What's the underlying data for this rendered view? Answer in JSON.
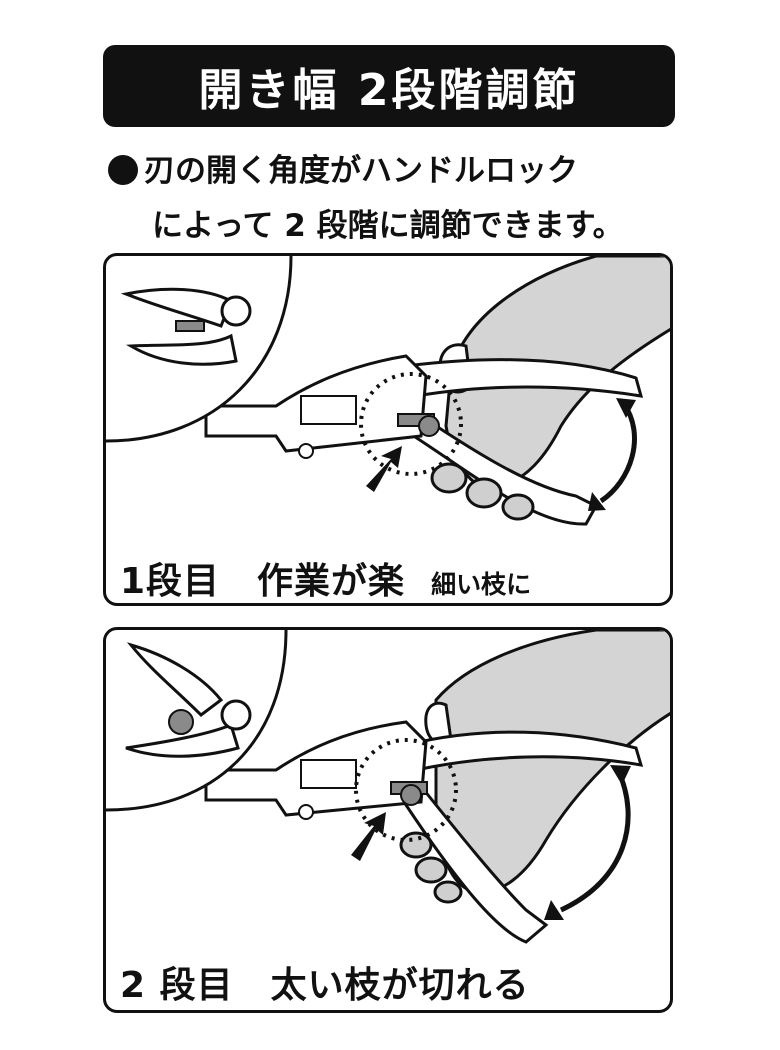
{
  "header": {
    "title": "開き幅 2段階調節"
  },
  "description": {
    "line1": "刃の開く角度がハンドルロック",
    "line2": "によって 2 段階に調節できます。"
  },
  "panels": [
    {
      "caption_main": "1段目　作業が楽",
      "caption_sub": "細い枝に"
    },
    {
      "caption_main": "2 段目　太い枝が切れる",
      "caption_sub": ""
    }
  ],
  "colors": {
    "ink": "#111111",
    "hand_fill": "#d4d4d4",
    "lock_fill": "#8a8a8a",
    "background": "#ffffff"
  }
}
